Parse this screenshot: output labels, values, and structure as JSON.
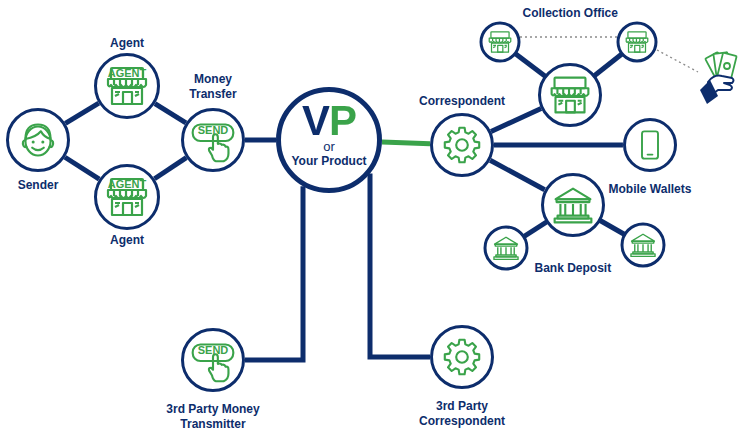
{
  "diagram": {
    "nodes": [
      {
        "text": [
          "Sender"
        ]
      },
      {
        "text": [
          "Agent",
          "AGENT"
        ]
      },
      {
        "text": [
          "AGENT",
          "Agent"
        ]
      },
      {
        "text": [
          "Money Transfer",
          "SEND"
        ]
      },
      {
        "text": [
          "VP",
          "or",
          "Your Product"
        ]
      },
      {
        "text": [
          "Correspondent"
        ]
      },
      {
        "text": [
          "Collection Office"
        ]
      },
      {
        "text": [
          "Mobile Wallets"
        ]
      },
      {
        "text": [
          "Bank Deposit"
        ]
      },
      {
        "text": [
          "SEND",
          "3rd Party Money Transmitter"
        ]
      },
      {
        "text": [
          "3rd Party Correspondent"
        ]
      }
    ],
    "edges": [
      {
        "from": 0,
        "to": 1,
        "arrow": "none"
      },
      {
        "from": 0,
        "to": 2,
        "arrow": "none"
      },
      {
        "from": 1,
        "to": 3,
        "arrow": "none"
      },
      {
        "from": 2,
        "to": 3,
        "arrow": "none"
      },
      {
        "from": 3,
        "to": 4,
        "arrow": "none"
      },
      {
        "from": 4,
        "to": 5,
        "arrow": "none"
      },
      {
        "from": 5,
        "to": 6,
        "arrow": "none"
      },
      {
        "from": 5,
        "to": 7,
        "arrow": "none"
      },
      {
        "from": 5,
        "to": 8,
        "arrow": "none"
      },
      {
        "from": 4,
        "to": 9,
        "arrow": "none"
      },
      {
        "from": 4,
        "to": 10,
        "arrow": "none"
      }
    ]
  }
}
